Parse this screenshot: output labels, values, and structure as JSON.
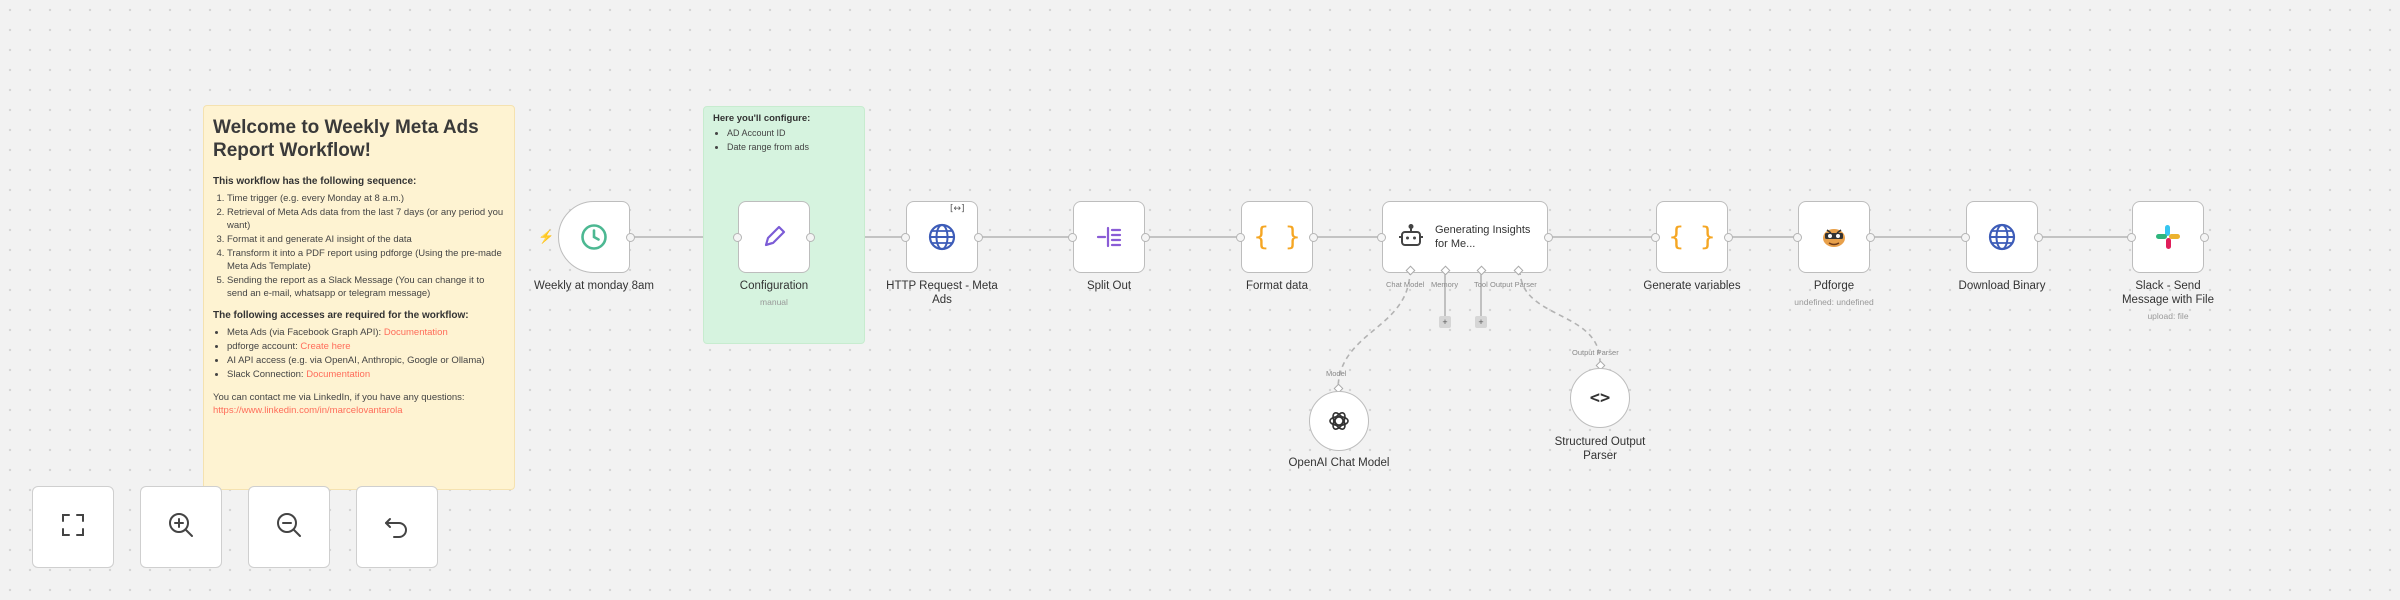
{
  "notes": {
    "welcome": {
      "title": "Welcome to Weekly Meta Ads Report Workflow!",
      "sequence_heading": "This workflow has the following sequence:",
      "steps": [
        "Time trigger (e.g. every Monday at 8 a.m.)",
        "Retrieval of Meta Ads data from the last 7 days (or any period you want)",
        "Format it and generate AI insight of the data",
        "Transform it into a PDF report using pdforge (Using the pre-made Meta Ads Template)",
        "Sending the report as a Slack Message (You can change it to send an e-mail, whatsapp or telegram message)"
      ],
      "access_heading": "The following accesses are required for the workflow:",
      "access": [
        {
          "text": "Meta Ads (via Facebook Graph API): ",
          "link": "Documentation"
        },
        {
          "text": "pdforge account: ",
          "link": "Create here"
        },
        {
          "text": "AI API access (e.g. via OpenAI, Anthropic, Google or Ollama)",
          "link": ""
        },
        {
          "text": "Slack Connection: ",
          "link": "Documentation"
        }
      ],
      "contact_text": "You can contact me via LinkedIn, if you have any questions: ",
      "contact_link": "https://www.linkedin.com/in/marcelovantarola"
    },
    "configure": {
      "heading": "Here you'll configure:",
      "items": [
        "AD Account ID",
        "Date range from ads"
      ]
    }
  },
  "nodes": {
    "trigger": {
      "name": "Weekly at monday 8am",
      "icon": "clock-icon"
    },
    "configuration": {
      "name": "Configuration",
      "subtitle": "manual",
      "icon": "pencil-icon"
    },
    "http_meta": {
      "name": "HTTP Request - Meta Ads",
      "icon": "globe-icon"
    },
    "split_out": {
      "name": "Split Out",
      "icon": "split-icon"
    },
    "format_data": {
      "name": "Format data",
      "icon": "braces-icon"
    },
    "agent": {
      "name": "Generating Insights for Me...",
      "icon": "robot-icon",
      "ports": [
        "Chat Model",
        "Memory",
        "Tool",
        "Output Parser"
      ]
    },
    "generate_vars": {
      "name": "Generate variables",
      "icon": "braces-icon"
    },
    "pdforge": {
      "name": "Pdforge",
      "subtitle": "undefined: undefined",
      "icon": "pdforge-icon"
    },
    "download": {
      "name": "Download Binary",
      "icon": "globe-icon"
    },
    "slack": {
      "name": "Slack - Send Message with File",
      "subtitle": "upload: file",
      "icon": "slack-icon"
    },
    "openai": {
      "name": "OpenAI Chat Model",
      "port_label": "Model",
      "icon": "openai-icon"
    },
    "parser": {
      "name": "Structured Output Parser",
      "port_label": "Output Parser",
      "icon": "code-icon"
    }
  },
  "controls": [
    {
      "name": "zoom-to-fit-button",
      "icon": "fit-icon"
    },
    {
      "name": "zoom-in-button",
      "icon": "zoom-in-icon"
    },
    {
      "name": "zoom-out-button",
      "icon": "zoom-out-icon"
    },
    {
      "name": "reset-zoom-button",
      "icon": "undo-icon"
    }
  ],
  "colors": {
    "accent": "#ff6d5a",
    "sticky_yellow": "#fef3d2",
    "sticky_green": "#d6f3df",
    "clock_green": "#4cb892",
    "pencil_purple": "#7b5bd6",
    "globe_blue": "#3d5cb8",
    "braces_orange": "#f5a623"
  }
}
